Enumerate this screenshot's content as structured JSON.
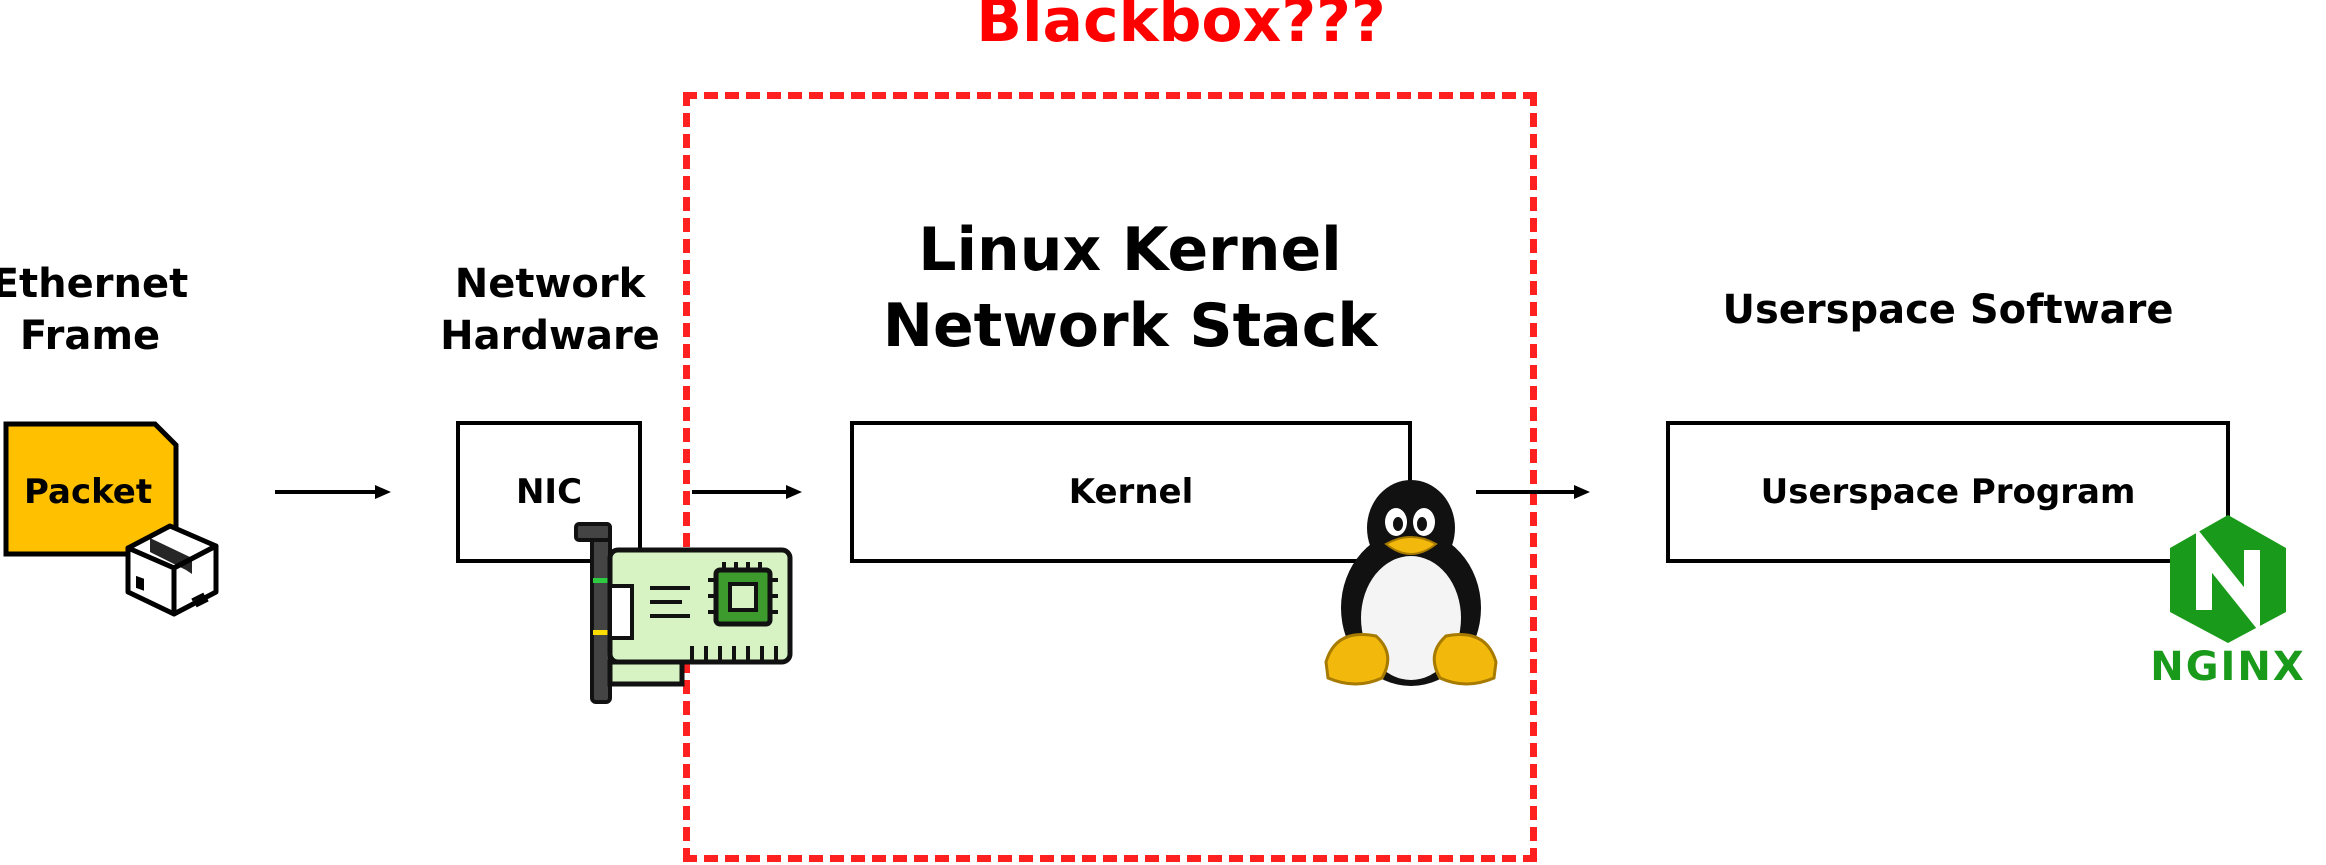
{
  "blackbox": {
    "title": "Blackbox???"
  },
  "stages": {
    "frame": {
      "line1": "Ethernet",
      "line2": "Frame",
      "packet_label": "Packet"
    },
    "hardware": {
      "line1": "Network",
      "line2": "Hardware",
      "box_label": "NIC"
    },
    "kernel": {
      "line1": "Linux Kernel",
      "line2": "Network Stack",
      "box_label": "Kernel"
    },
    "userspace": {
      "heading": "Userspace Software",
      "box_label": "Userspace Program"
    }
  },
  "logos": {
    "nginx": "NGINX"
  },
  "icons": [
    "package-icon",
    "network-card-icon",
    "tux-penguin-icon",
    "nginx-logo"
  ],
  "colors": {
    "dashed_border": "#ff2020",
    "title_red": "#ff0000",
    "packet_fill": "#ffc000",
    "nginx_green": "#1a9a1a"
  }
}
